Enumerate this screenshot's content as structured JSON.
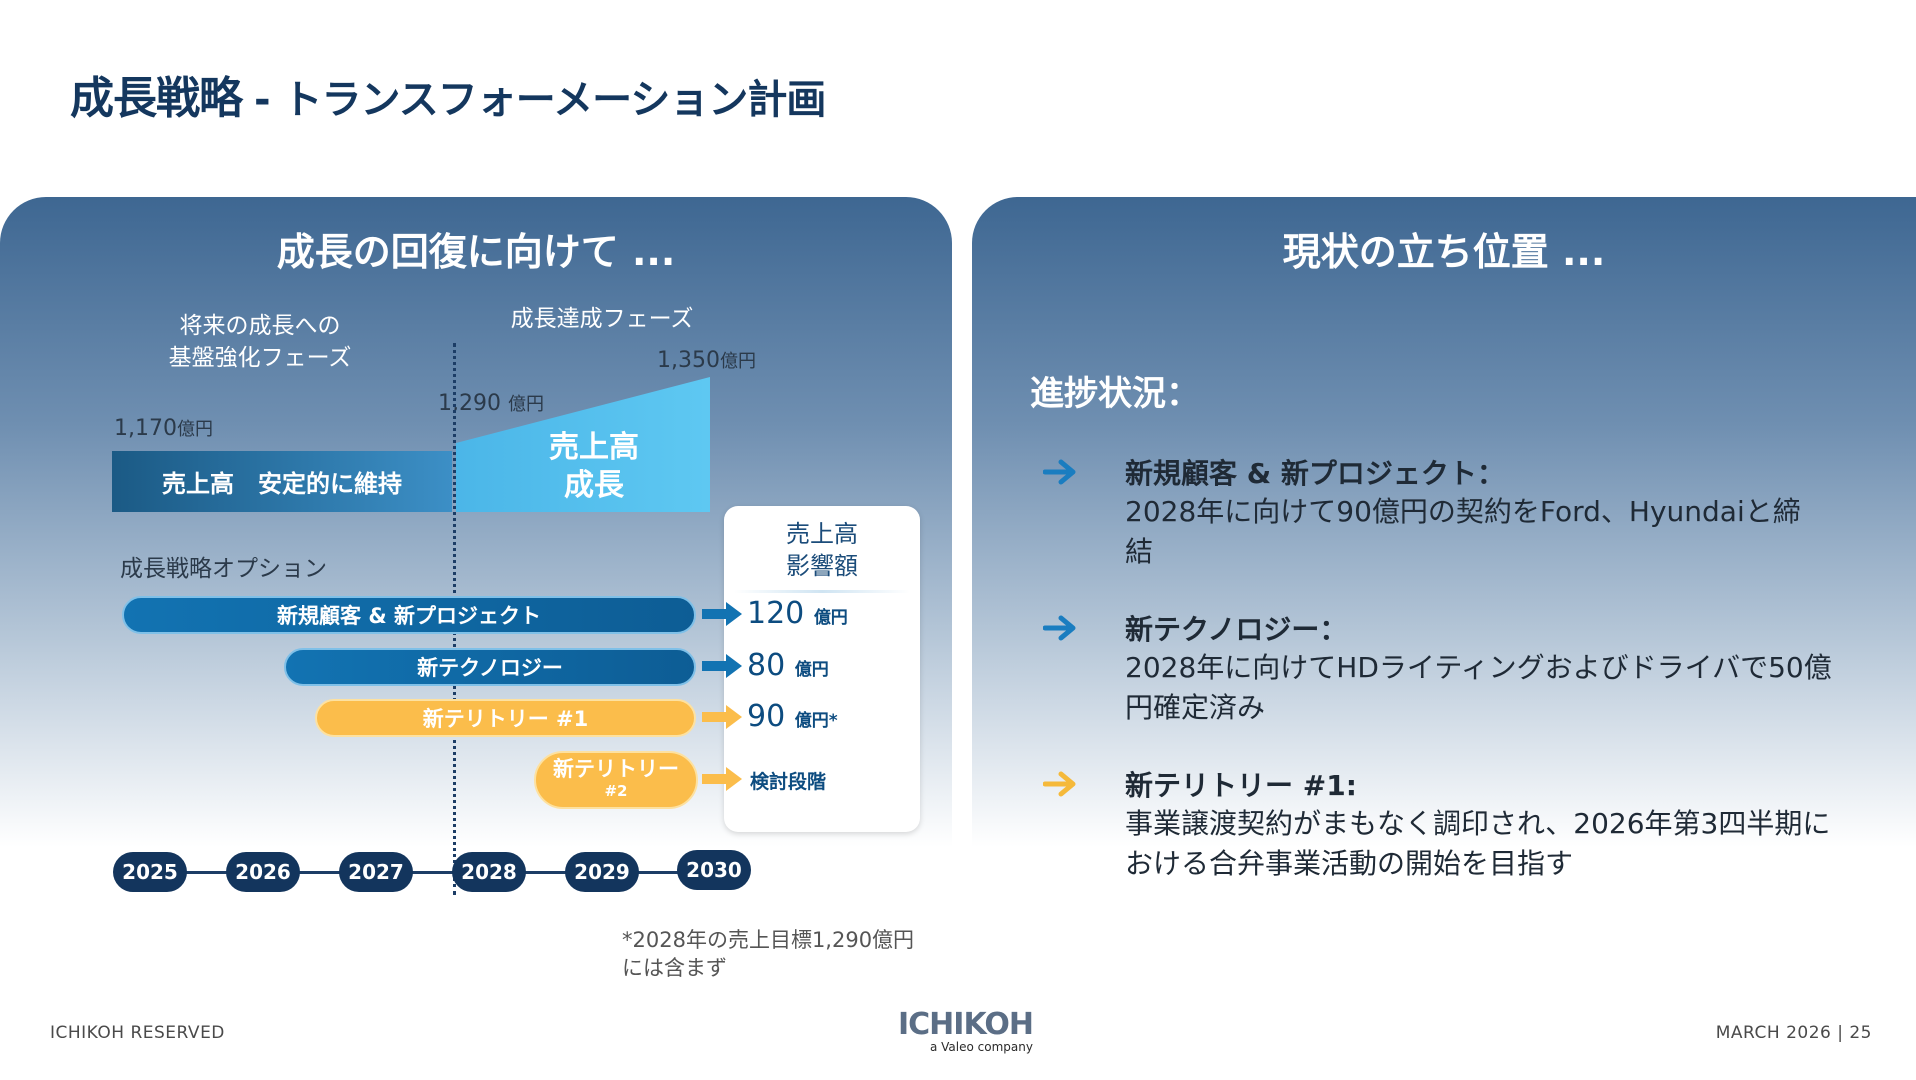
{
  "title": {
    "main": "成長戦略",
    "sub": "- トランスフォーメーション計画"
  },
  "left_panel": {
    "heading": "成長の回復に向けて ...",
    "phase_left": "将来の成長への\n基盤強化フェーズ",
    "phase_right": "成長達成フェーズ",
    "value_2025": "1,170",
    "value_2028": "1,290",
    "value_2030": "1,350",
    "unit": "億円",
    "bar_stable": "売上高　安定的に維持",
    "bar_growth_line1": "売上高",
    "bar_growth_line2": "成長",
    "options_label": "成長戦略オプション",
    "options": [
      {
        "label": "新規顧客 & 新プロジェクト",
        "color": "#1273b2",
        "impact_value": "120",
        "impact_unit": "億円"
      },
      {
        "label": "新テクノロジー",
        "color": "#1273b2",
        "impact_value": "80",
        "impact_unit": "億円"
      },
      {
        "label": "新テリトリー #1",
        "color": "#fbbd4b",
        "impact_value": "90",
        "impact_unit": "億円*"
      },
      {
        "label": "新テリトリー",
        "label_sub": "#2",
        "color": "#fbbd4b",
        "impact_value": "検討段階"
      }
    ],
    "impact_head_line1": "売上高",
    "impact_head_line2": "影響額",
    "years": [
      "2025",
      "2026",
      "2027",
      "2028",
      "2029",
      "2030"
    ],
    "footnote_line1": "*2028年の売上目標1,290億円",
    "footnote_line2": "には含まず"
  },
  "right_panel": {
    "heading": "現状の立ち位置 ...",
    "section": "進捗状況：",
    "items": [
      {
        "title": "新規顧客 & 新プロジェクト",
        "title_suffix": "：",
        "desc_line1": "2028年に向けて90億円の契約をFord、Hyundaiと締",
        "desc_line2": "結",
        "color": "#1a7dc0"
      },
      {
        "title": "新テクノロジー",
        "title_suffix": "：",
        "desc_line1": "2028年に向けてHDライティングおよびドライバで50億",
        "desc_line2": "円確定済み",
        "color": "#1a7dc0"
      },
      {
        "title": "新テリトリー #1:",
        "title_suffix": "",
        "desc_line1": "事業譲渡契約がまもなく調印され、2026年第3四半期に",
        "desc_line2": "おける合弁事業活動の開始を目指す",
        "color": "#f5b93a"
      }
    ]
  },
  "footer": {
    "left": "ICHIKOH RESERVED",
    "brand": "ICHIKOH",
    "tagline": "a Valeo company",
    "right": "MARCH 2026  |  25"
  }
}
